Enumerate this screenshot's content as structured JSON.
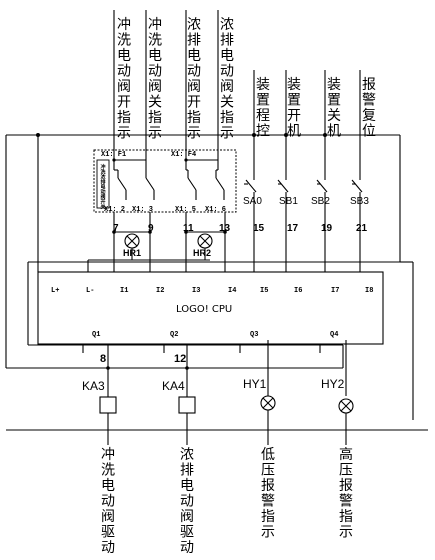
{
  "top_labels": [
    {
      "id": "flush-valve-open",
      "text": "冲洗电动阀开指示"
    },
    {
      "id": "flush-valve-close",
      "text": "冲洗电动阀关指示"
    },
    {
      "id": "drain-valve-open",
      "text": "浓排电动阀开指示"
    },
    {
      "id": "drain-valve-close",
      "text": "浓排电动阀关指示"
    },
    {
      "id": "device-program",
      "text": "装置程控"
    },
    {
      "id": "device-start",
      "text": "装置开机"
    },
    {
      "id": "device-stop",
      "text": "装置关机"
    },
    {
      "id": "alarm-reset",
      "text": "报警复位"
    }
  ],
  "bottom_labels": [
    {
      "id": "flush-valve-drive",
      "text": "冲洗电动阀驱动"
    },
    {
      "id": "drain-valve-drive",
      "text": "浓排电动阀驱动"
    },
    {
      "id": "low-pressure-alarm",
      "text": "低压报警指示"
    },
    {
      "id": "high-pressure-alarm",
      "text": "高压报警指示"
    }
  ],
  "relay_box": {
    "vertical_label": "冲洗浓排电动阀开关",
    "terminal_top_1": "X1: F1",
    "terminal_top_2": "X1: F4",
    "terminal_bottom": [
      "X1: 2",
      "X1: 3",
      "X1: 5",
      "X1: 6"
    ]
  },
  "switches": [
    "SA0",
    "SB1",
    "SB2",
    "SB3"
  ],
  "wire_numbers": [
    "7",
    "9",
    "11",
    "13",
    "15",
    "17",
    "19",
    "21",
    "8",
    "12"
  ],
  "lamps": [
    "HR1",
    "HR2"
  ],
  "plc": {
    "title": "LOGO! CPU",
    "inputs": [
      "L+",
      "L-",
      "I1",
      "I2",
      "I3",
      "I4",
      "I5",
      "I6",
      "I7",
      "I8"
    ],
    "outputs": [
      "Q1",
      "Q2",
      "Q3",
      "Q4"
    ]
  },
  "outputs": {
    "relays": [
      "KA3",
      "KA4"
    ],
    "lamps": [
      "HY1",
      "HY2"
    ]
  }
}
